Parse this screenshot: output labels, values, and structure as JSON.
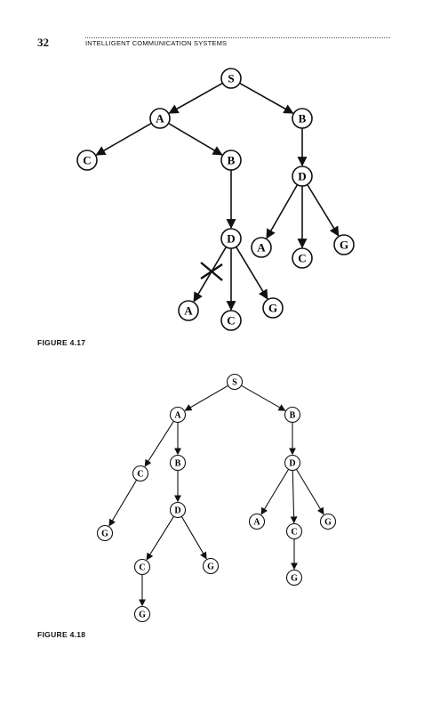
{
  "header": {
    "page_number": "32",
    "running_title": "INTELLIGENT COMMUNICATION SYSTEMS"
  },
  "figures": [
    {
      "caption": "FIGURE 4.17",
      "nodes": [
        {
          "id": "s",
          "label": "S"
        },
        {
          "id": "a",
          "label": "A"
        },
        {
          "id": "b1",
          "label": "B"
        },
        {
          "id": "c1",
          "label": "C"
        },
        {
          "id": "b2",
          "label": "B"
        },
        {
          "id": "d1",
          "label": "D"
        },
        {
          "id": "a2",
          "label": "A"
        },
        {
          "id": "c2",
          "label": "C"
        },
        {
          "id": "g1",
          "label": "G"
        },
        {
          "id": "d2",
          "label": "D"
        },
        {
          "id": "a3",
          "label": "A"
        },
        {
          "id": "c3",
          "label": "C"
        },
        {
          "id": "g2",
          "label": "G"
        }
      ],
      "edges": [
        {
          "from": "s",
          "to": "a"
        },
        {
          "from": "s",
          "to": "b1"
        },
        {
          "from": "a",
          "to": "c1"
        },
        {
          "from": "a",
          "to": "b2"
        },
        {
          "from": "b2",
          "to": "d2"
        },
        {
          "from": "b1",
          "to": "d1"
        },
        {
          "from": "d1",
          "to": "a3"
        },
        {
          "from": "d1",
          "to": "c3"
        },
        {
          "from": "d1",
          "to": "g2"
        },
        {
          "from": "d2",
          "to": "a2",
          "pruned": true
        },
        {
          "from": "d2",
          "to": "c2"
        },
        {
          "from": "d2",
          "to": "g1"
        }
      ]
    },
    {
      "caption": "FIGURE 4.18",
      "nodes": [
        {
          "id": "s",
          "label": "S"
        },
        {
          "id": "a",
          "label": "A"
        },
        {
          "id": "b1",
          "label": "B"
        },
        {
          "id": "c1",
          "label": "C"
        },
        {
          "id": "b2",
          "label": "B"
        },
        {
          "id": "d1",
          "label": "D"
        },
        {
          "id": "g1",
          "label": "G"
        },
        {
          "id": "d2",
          "label": "D"
        },
        {
          "id": "a2",
          "label": "A"
        },
        {
          "id": "c2",
          "label": "C"
        },
        {
          "id": "g2",
          "label": "G"
        },
        {
          "id": "c3",
          "label": "C"
        },
        {
          "id": "g3",
          "label": "G"
        },
        {
          "id": "g4",
          "label": "G"
        },
        {
          "id": "g5",
          "label": "G"
        }
      ],
      "edges": [
        {
          "from": "s",
          "to": "a"
        },
        {
          "from": "s",
          "to": "b1"
        },
        {
          "from": "a",
          "to": "c1"
        },
        {
          "from": "a",
          "to": "b2"
        },
        {
          "from": "c1",
          "to": "g1"
        },
        {
          "from": "b2",
          "to": "d2"
        },
        {
          "from": "b1",
          "to": "d1"
        },
        {
          "from": "d1",
          "to": "a2"
        },
        {
          "from": "d1",
          "to": "c2"
        },
        {
          "from": "d1",
          "to": "g2"
        },
        {
          "from": "c2",
          "to": "g5"
        },
        {
          "from": "d2",
          "to": "c3"
        },
        {
          "from": "d2",
          "to": "g4"
        },
        {
          "from": "c3",
          "to": "g3"
        }
      ]
    }
  ]
}
